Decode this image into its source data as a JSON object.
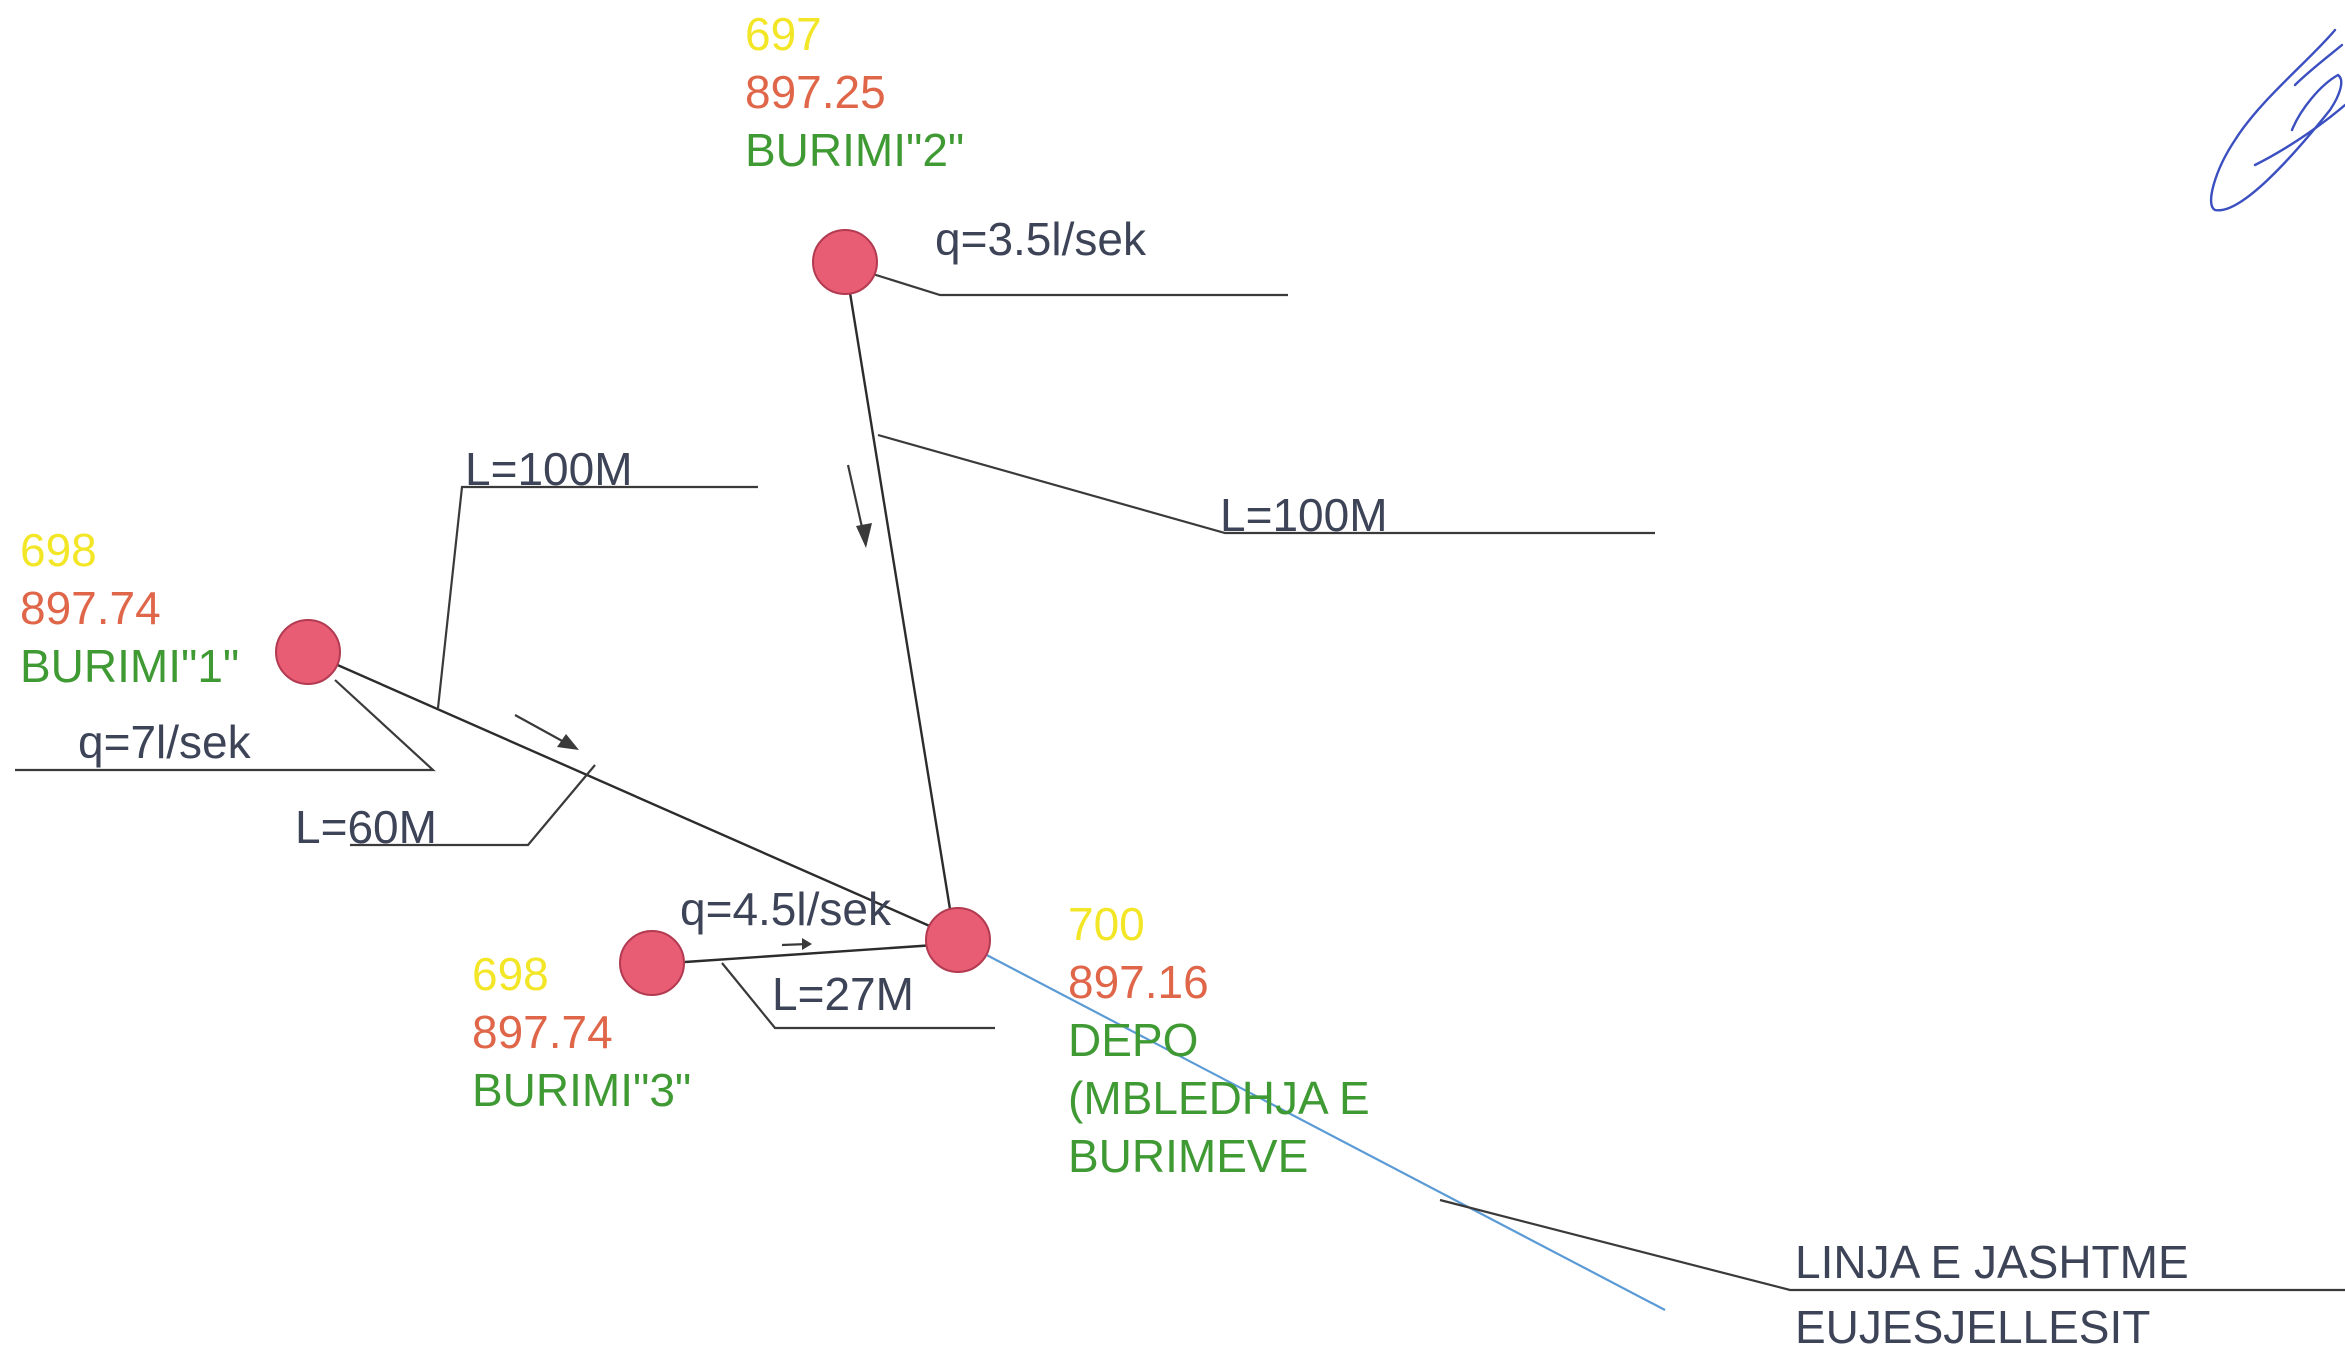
{
  "nodes": {
    "b2": {
      "id_text": "697",
      "elev_text": "897.25",
      "name_text": "BURIMI\"2\""
    },
    "b1": {
      "id_text": "698",
      "elev_text": "897.74",
      "name_text": "BURIMI\"1\""
    },
    "b3": {
      "id_text": "698",
      "elev_text": "897.74",
      "name_text": "BURIMI\"3\""
    },
    "depo": {
      "id_text": "700",
      "elev_text": "897.16",
      "name_lines": [
        "DEPO",
        "(MBLEDHJA E",
        "BURIMEVE"
      ]
    }
  },
  "flows": {
    "b2": "q=3.5l/sek",
    "b1": "q=7l/sek",
    "b3": "q=4.5l/sek"
  },
  "lengths": {
    "upper_left": "L=100M",
    "right": "L=100M",
    "b1_pipe": "L=60M",
    "b3_pipe": "L=27M"
  },
  "outlet_label": [
    "LINJA E JASHTME",
    "EUJESJELLESIT"
  ],
  "colors": {
    "node_fill": "#e85c74",
    "id_text": "#f2e626",
    "elevation_text": "#e0664a",
    "name_text": "#3f9a34",
    "outlet_line": "#5b9bd5"
  }
}
